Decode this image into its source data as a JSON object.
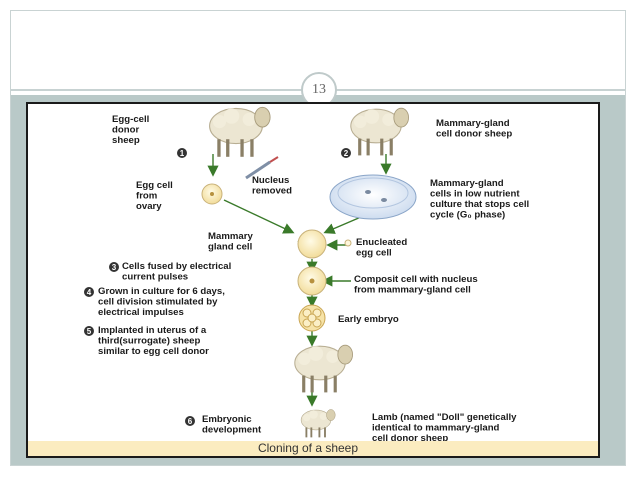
{
  "slide": {
    "page_number": "13"
  },
  "figure": {
    "caption": "Cloning of a sheep",
    "labels": {
      "egg_donor": [
        "Egg-cell",
        "donor",
        "sheep"
      ],
      "mammary_donor": [
        "Mammary-gland",
        "cell donor sheep"
      ],
      "nucleus_removed": [
        "Nucleus",
        "removed"
      ],
      "egg_from_ovary": [
        "Egg cell",
        "from",
        "ovary"
      ],
      "culture": [
        "Mammary-gland",
        "cells in low nutrient",
        "culture that stops cell",
        "cycle (G₀ phase)"
      ],
      "mammary_gland_cell": [
        "Mammary",
        "gland cell"
      ],
      "enucleated": [
        "Enucleated",
        "egg cell"
      ],
      "fused": [
        "Cells fused by electrical",
        "current pulses"
      ],
      "composite": [
        "Composit cell with nucleus",
        "from mammary-gland cell"
      ],
      "grown": [
        "Grown in culture for 6 days,",
        "cell division stimulated by",
        "electrical impulses"
      ],
      "early_embryo": [
        "Early embryo"
      ],
      "implanted": [
        "Implanted in uterus of a",
        "third(surrogate) sheep",
        "similar to egg cell donor"
      ],
      "embryonic": [
        "Embryonic",
        "development"
      ],
      "lamb": [
        "Lamb (named \"Doll\" genetically",
        "identical to mammary-gland",
        "cell donor sheep"
      ]
    },
    "steps": [
      "1",
      "2",
      "3",
      "4",
      "5",
      "6"
    ]
  }
}
